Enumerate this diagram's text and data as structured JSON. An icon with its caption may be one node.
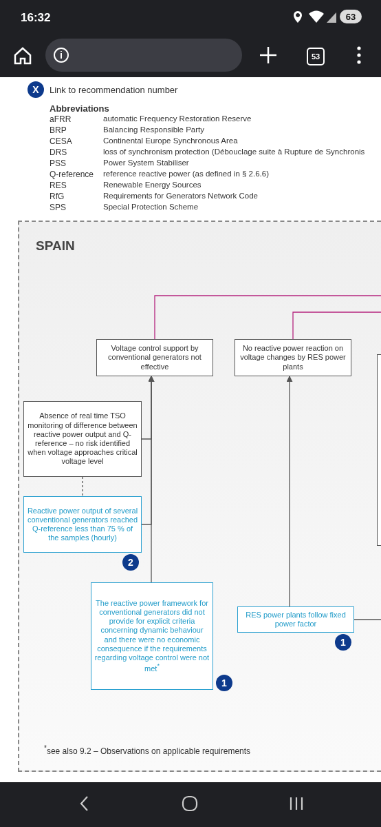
{
  "diagram": {
    "nodes": [
      {
        "text": [
          "SPAIN"
        ]
      },
      {
        "text": [
          "Voltage control support by conventional generators not effective"
        ],
        "in": 0
      },
      {
        "text": [
          "No reactive power reaction on voltage changes by RES power plants"
        ],
        "in": 0
      },
      {
        "text": [
          "Absence of real time TSO monitoring of difference between reactive power output and Q-reference – no risk identified when voltage approaches critical voltage level"
        ],
        "in": 0
      },
      {
        "text": [
          "Reactive power output of several conventional generators reached Q-reference less than 75 % of the samples (hourly)"
        ],
        "in": 0,
        "beside": [
          "2"
        ]
      },
      {
        "text": [
          "The reactive power framework for conventional generators did not provide for explicit criteria concerning dynamic behaviour and there were no economic consequence if the requirements regarding voltage control were not met$^{*}$"
        ],
        "in": 0,
        "beside": [
          "1"
        ]
      },
      {
        "text": [
          "RES power plants follow fixed power factor"
        ],
        "in": 0,
        "beside": [
          "1"
        ]
      },
      {
        "text": [],
        "shape": "box",
        "in": 0
      }
    ],
    "edges": [
      {
        "from": 3,
        "to": 1,
        "arrow": "to"
      },
      {
        "from": 4,
        "to": 1,
        "arrow": "to"
      },
      {
        "from": 5,
        "to": 1,
        "arrow": "to"
      },
      {
        "from": 6,
        "to": 2,
        "arrow": "to"
      },
      {
        "from": 3,
        "to": 4,
        "arrow": "none",
        "style": "dashed"
      },
      {
        "from": 1,
        "to": null,
        "arrow": "none",
        "color": "#b5267f"
      },
      {
        "from": 2,
        "to": null,
        "arrow": "none",
        "color": "#b5267f"
      },
      {
        "from": 6,
        "to": null,
        "arrow": "none"
      }
    ],
    "labels": [
      "16:32",
      "63",
      "53",
      "X",
      "Abbreviations",
      "aFRR",
      "automatic Frequency Restoration Reserve",
      "BRP",
      "Balancing Responsible Party",
      "CESA",
      "Continental Europe Synchronous Area",
      "DRS",
      "loss of synchronism protection (Débouclage suite à Rupture de Synchronis",
      "PSS",
      "Power System Stabiliser",
      "Q-reference",
      "reference reactive power (as defined in § 2.6.6)",
      "RES",
      "Renewable Energy Sources",
      "RfG",
      "Requirements for Generators Network Code",
      "SPS",
      "Special Protection Scheme",
      "$^{*}$see also 9.2 – Observations on applicable requirements"
    ],
    "legend": [
      {
        "text": "Link to recommendation number"
      }
    ]
  }
}
